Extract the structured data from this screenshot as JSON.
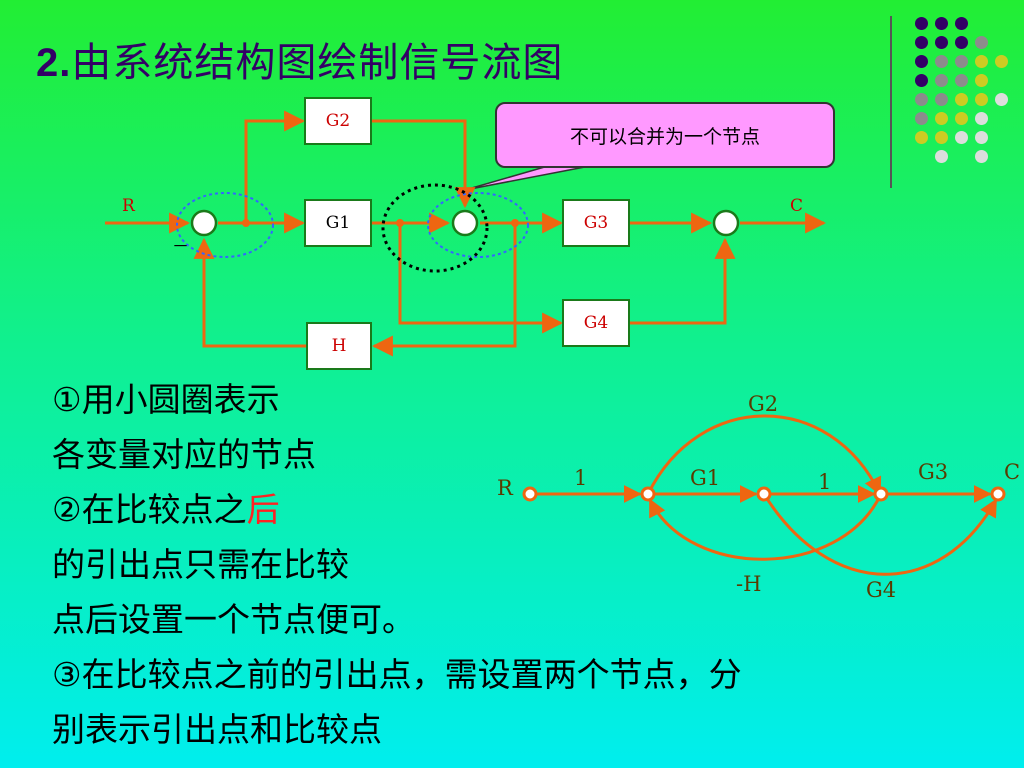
{
  "title": {
    "number": "2.",
    "text": "由系统结构图绘制信号流图"
  },
  "callout": "不可以合并为一个节点",
  "block_diagram": {
    "input": "R",
    "output": "C",
    "minus": "－",
    "blocks": {
      "g1": "G1",
      "g2": "G2",
      "g3": "G3",
      "g4": "G4",
      "h": "H"
    }
  },
  "description": {
    "line1": "①用小圆圈表示",
    "line2": "各变量对应的节点",
    "line3_prefix": "②在比较点之",
    "line3_highlight": "后",
    "line4": "的引出点只需在比较",
    "line5": "点后设置一个节点便可。",
    "line6": "③在比较点之前的引出点，需设置两个节点，分",
    "line7": "别表示引出点和比较点"
  },
  "signal_flow": {
    "node_r": "R",
    "node_c": "C",
    "gain_r": "1",
    "gain_g1": "G1",
    "gain_1": "1",
    "gain_g3": "G3",
    "gain_g2": "G2",
    "gain_h": "-H",
    "gain_g4": "G4"
  },
  "colors": {
    "wire": "#ee6611",
    "block_border": "#1a7a1a",
    "label_red": "#cc0000",
    "title": "#330066",
    "callout_fill": "#ff99ff",
    "highlight": "#ff2222"
  },
  "decor_dot_colors": [
    "#330066",
    "#8c8c8c",
    "#cccc22",
    "#dddddd"
  ]
}
